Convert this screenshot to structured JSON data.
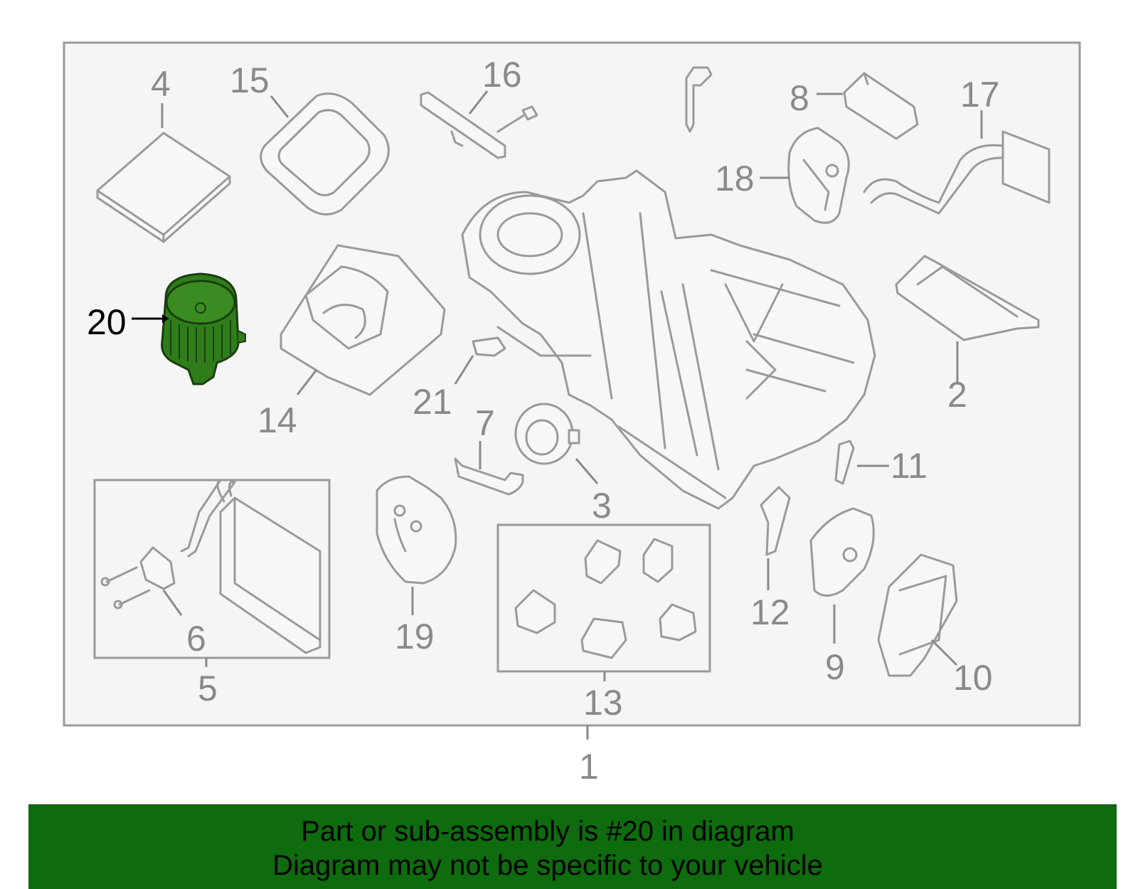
{
  "banner": {
    "line1": "Part or sub-assembly is #20 in diagram",
    "line2": "Diagram may not be specific to your vehicle",
    "color": "#0e6b0e"
  },
  "diagram": {
    "highlighted_part": "20",
    "highlight_color": "#2f7d1a",
    "callouts": {
      "c1": "1",
      "c2": "2",
      "c3": "3",
      "c4": "4",
      "c5": "5",
      "c6": "6",
      "c7": "7",
      "c8": "8",
      "c9": "9",
      "c10": "10",
      "c11": "11",
      "c12": "12",
      "c13": "13",
      "c14": "14",
      "c15": "15",
      "c16": "16",
      "c17": "17",
      "c18": "18",
      "c19": "19",
      "c20": "20",
      "c21": "21"
    }
  }
}
